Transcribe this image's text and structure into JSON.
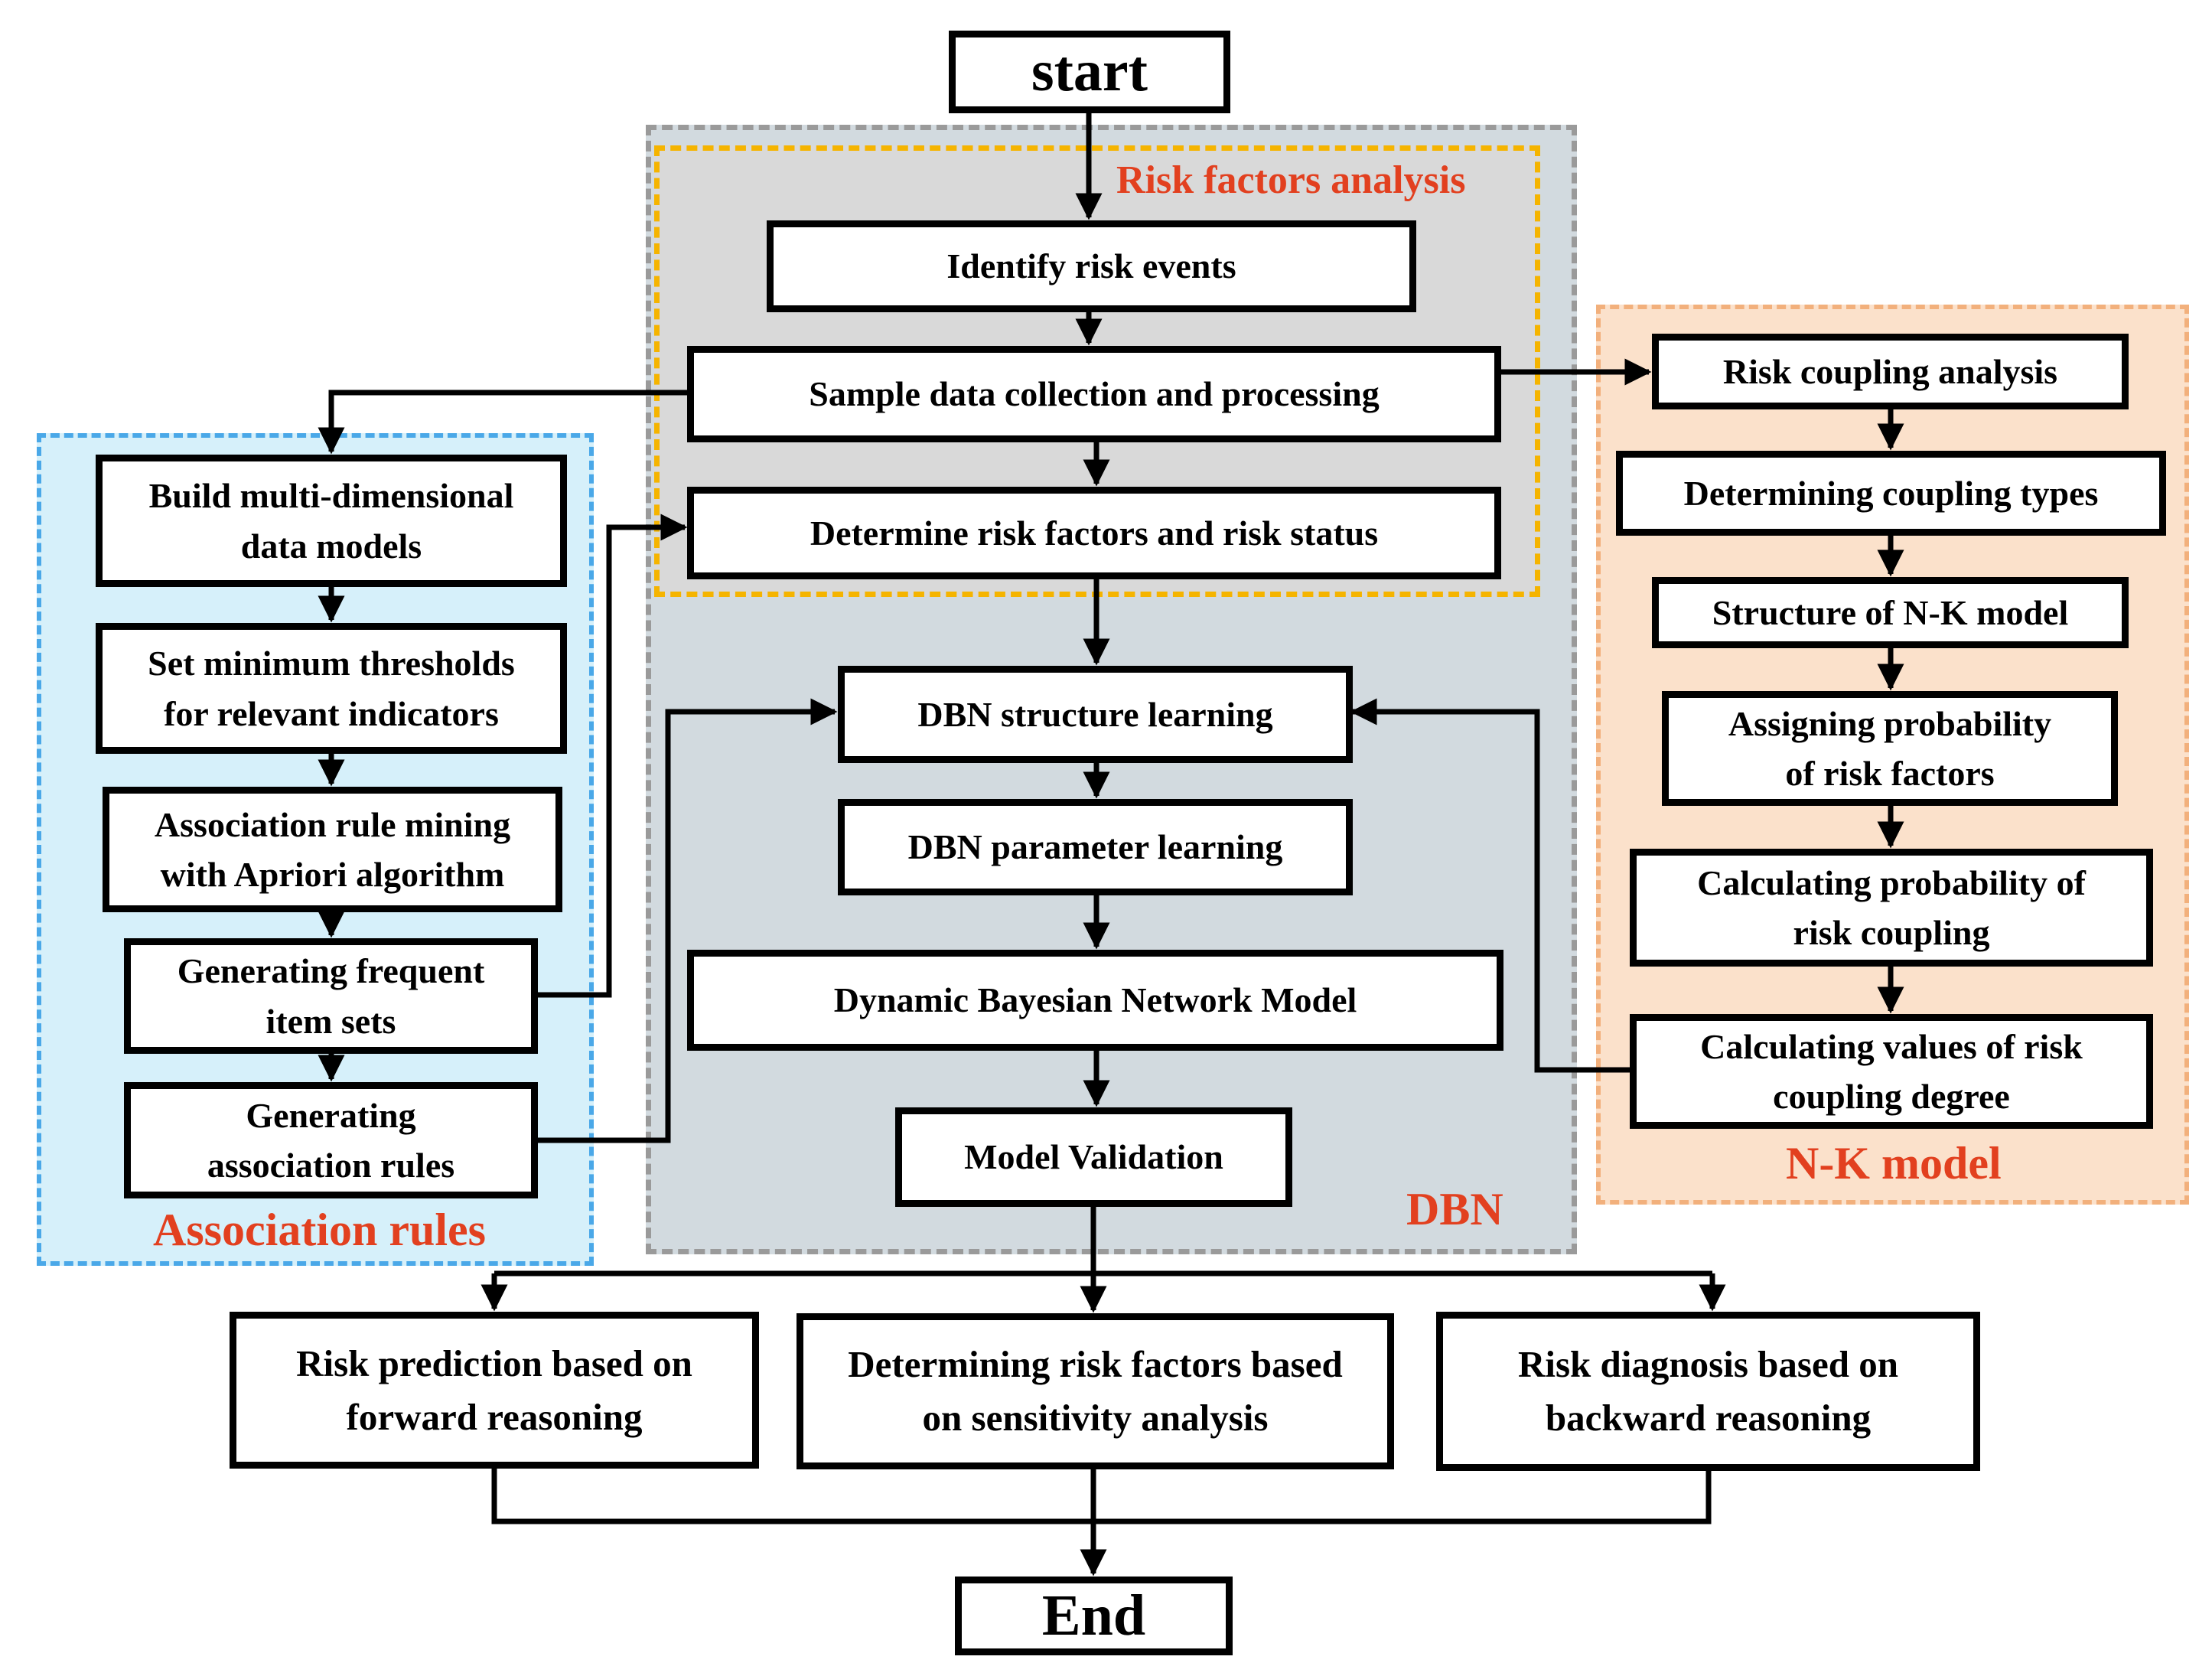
{
  "nodes": {
    "start": "start",
    "identify": "Identify risk events",
    "sample": "Sample data collection and processing",
    "determine": "Determine risk factors and risk status",
    "dbn_structure": "DBN structure learning",
    "dbn_parameter": "DBN parameter learning",
    "dbn_model": "Dynamic Bayesian Network Model",
    "validation": "Model Validation",
    "build": "Build multi-dimensional\ndata models",
    "thresholds": "Set minimum thresholds\nfor relevant indicators",
    "apriori": "Association rule mining\nwith Apriori algorithm",
    "frequent": "Generating frequent\nitem sets",
    "rules": "Generating\nassociation rules",
    "coupling_analysis": "Risk coupling analysis",
    "coupling_types": "Determining coupling types",
    "nk_structure": "Structure of N-K model",
    "assign_prob": "Assigning probability\nof risk factors",
    "calc_prob": "Calculating probability of\nrisk coupling",
    "calc_values": "Calculating values  of risk\ncoupling degree",
    "forward": "Risk prediction based on\nforward reasoning",
    "sensitivity": "Determining risk factors based\non sensitivity analysis",
    "backward": "Risk diagnosis based on\nbackward reasoning",
    "end": "End"
  },
  "regions": {
    "risk_factors": "Risk factors analysis",
    "dbn": "DBN",
    "association": "Association rules",
    "nk": "N-K model"
  },
  "colors": {
    "label_red": "#e2401f",
    "dbn_fill": "#d2dadf",
    "dbn_border": "#9a9a9a",
    "risk_factors_border": "#f5b400",
    "association_fill": "#d6f0fa",
    "association_border": "#4aa8e8",
    "nk_fill": "#fbe1cb",
    "nk_border": "#f2b07c"
  }
}
